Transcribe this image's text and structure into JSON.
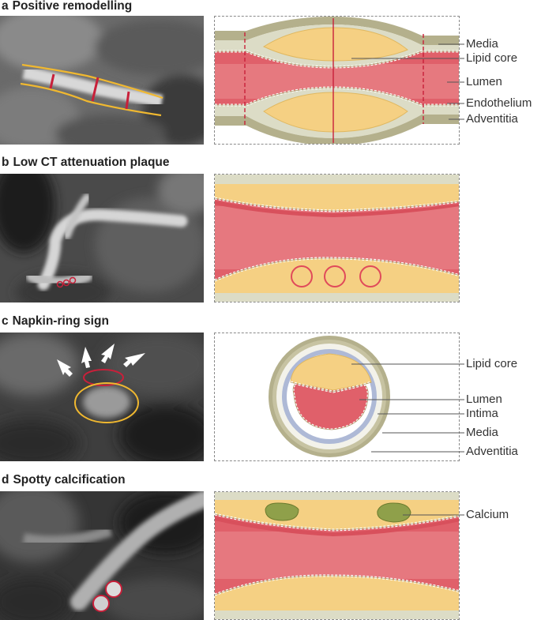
{
  "panels": [
    {
      "letter": "a",
      "title": "Positive remodelling",
      "labels": [
        "Media",
        "Lipid core",
        "Lumen",
        "Endothelium",
        "Adventitia"
      ]
    },
    {
      "letter": "b",
      "title": "Low CT attenuation plaque",
      "labels": []
    },
    {
      "letter": "c",
      "title": "Napkin-ring sign",
      "labels": [
        "Lipid core",
        "Lumen",
        "Intima",
        "Media",
        "Adventitia"
      ]
    },
    {
      "letter": "d",
      "title": "Spotty calcification",
      "labels": [
        "Calcium"
      ]
    }
  ],
  "colors": {
    "lumen": "#e0606a",
    "lumen_light": "#f0a0a0",
    "lipid": "#f5d083",
    "lipid_light": "#f9e2a8",
    "media": "#cfcfb2",
    "adventitia": "#b4b08c",
    "intima_ring": "#aeb9d6",
    "calcium": "#8fa04a",
    "marker_red": "#c8203a",
    "outline_yellow": "#f0b830",
    "dash_border": "#8a8a8a"
  }
}
